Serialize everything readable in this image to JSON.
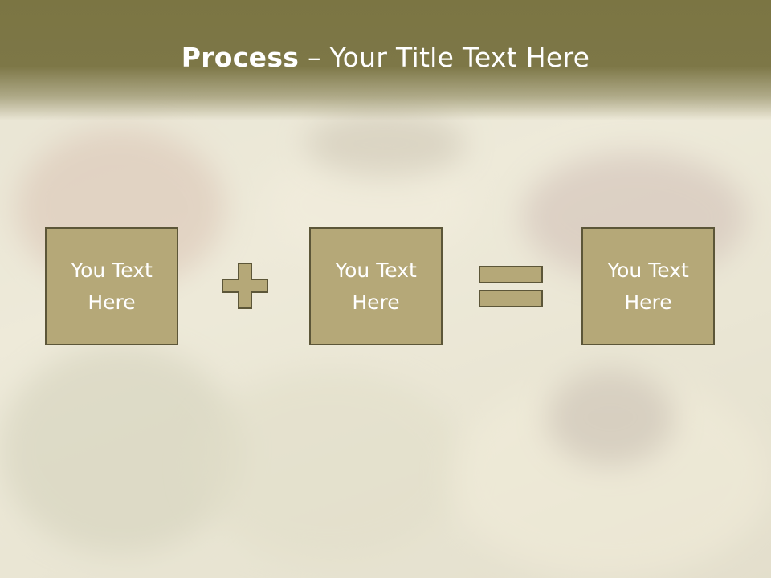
{
  "slide": {
    "title_bold": "Process",
    "title_rest": " – Your Title Text Here"
  },
  "process": {
    "boxes": [
      {
        "label": "You Text\nHere"
      },
      {
        "label": "You Text\nHere"
      },
      {
        "label": "You Text\nHere"
      }
    ],
    "operators": [
      "plus-icon",
      "equals-icon"
    ]
  },
  "colors": {
    "title_band": "#7b7543",
    "box_fill": "#b5a878",
    "box_border": "#5c5638",
    "text": "#ffffff"
  }
}
